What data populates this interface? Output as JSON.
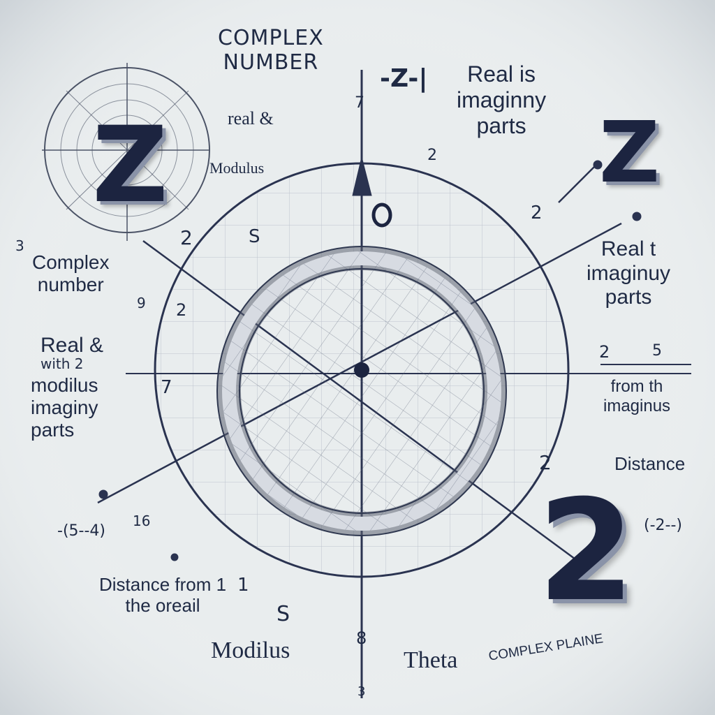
{
  "title": "COMPLEX\nNUMBER",
  "z_notation": "-Z-|",
  "big_z_left": "Z",
  "big_z_right": "Z",
  "big_two": "2",
  "labels": {
    "real_imag_top": "Real is\nimaginny\nparts",
    "real_amp": "real &",
    "modulus_top": "Modulus",
    "complex_number_left": "Complex\nnumber",
    "real_left": "Real &",
    "with_left": "with 2",
    "modulus_left": "modilus\nimaginy\nparts",
    "real_imag_right": "Real t\nimaginuy\nparts",
    "from_imaginus": "from th\nimaginus",
    "distance_right": "Distance",
    "distance_left": "Distance from 1\nthe oreail",
    "modulus_bottom": "Modilus",
    "theta": "Theta",
    "complex_plane": "COMPLEX PLAINE",
    "coord_left": "-(5--4)",
    "coord_right": "(-2--)"
  },
  "numbers": [
    {
      "id": "n1",
      "text": "2"
    },
    {
      "id": "n2",
      "text": "S"
    },
    {
      "id": "n3",
      "text": "2"
    },
    {
      "id": "n4",
      "text": "7"
    },
    {
      "id": "n5",
      "text": "2"
    },
    {
      "id": "n6",
      "text": "2"
    },
    {
      "id": "n7",
      "text": "2"
    },
    {
      "id": "n8",
      "text": "5"
    },
    {
      "id": "n9",
      "text": "S"
    },
    {
      "id": "n10",
      "text": "8"
    },
    {
      "id": "n11",
      "text": "3"
    },
    {
      "id": "n12",
      "text": "16"
    },
    {
      "id": "n13",
      "text": "1"
    },
    {
      "id": "n14",
      "text": "2"
    },
    {
      "id": "n15",
      "text": "7"
    },
    {
      "id": "n16",
      "text": "9"
    },
    {
      "id": "n17",
      "text": "3"
    }
  ],
  "colors": {
    "ink": "#1f2a44",
    "background": "#e9edee",
    "ring": "#6f7583"
  }
}
